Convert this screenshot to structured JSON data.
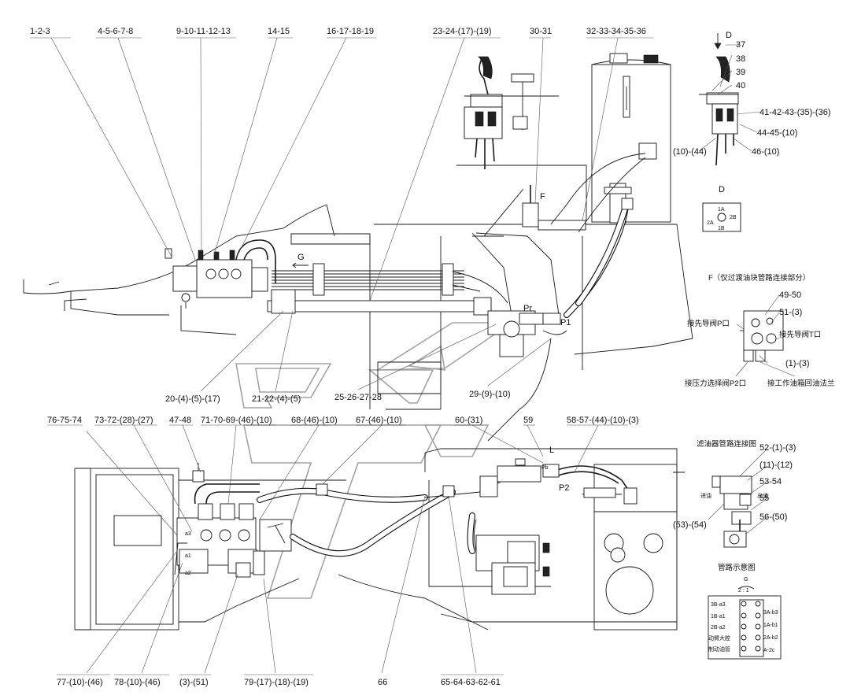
{
  "top_labels": [
    "1-2-3",
    "4-5-6-7-8",
    "9-10-11-12-13",
    "14-15",
    "16-17-18-19",
    "23-24-(17)-(19)",
    "30-31",
    "32-33-34-35-36"
  ],
  "mid_labels": [
    "20-(4)-(5)-(17)",
    "21-22-(4)-(5)",
    "25-26-27-28",
    "29-(9)-(10)"
  ],
  "lower_top_labels": [
    "76-75-74",
    "73-72-(28)-(27)",
    "47-48",
    "71-70-69-(46)-(10)",
    "68-(46)-(10)",
    "67-(46)-(10)",
    "60-(31)",
    "59",
    "58-57-(44)-(10)-(3)"
  ],
  "bottom_labels": [
    "77-(10)-(46)",
    "78-(10)-(46)",
    "(3)-(51)",
    "79-(17)-(18)-(19)",
    "66",
    "65-64-63-62-61"
  ],
  "port_labels": {
    "G": "G",
    "Pr": "Pr",
    "P1": "P1",
    "F": "F",
    "L": "L",
    "Pb": "Pb",
    "P2": "P2"
  },
  "valve_labels": [
    "a3",
    "a1",
    "a2"
  ],
  "view_d": {
    "arrow_label": "D",
    "callouts": [
      "37",
      "38",
      "39",
      "40",
      "41-42-43-(35)-(36)",
      "44-45-(10)",
      "46-(10)",
      "(10)-(44)"
    ],
    "title": "D",
    "plate_text": [
      "1A",
      "2B",
      "2A",
      "1B"
    ]
  },
  "view_f": {
    "title": "F（仅过渡油块管路连接部分）",
    "callouts": [
      "49-50",
      "51-(3)",
      "(1)-(3)"
    ],
    "left_top": "接先导阀P口",
    "right_mid": "接先导阀T口",
    "bottom_left": "接压力选择阀P2口",
    "bottom_right": "接工作油箱回油法兰"
  },
  "filter": {
    "title": "滤油器管路连接图",
    "callouts": [
      "52-(1)-(3)",
      "(11)-(12)",
      "53-54",
      "55",
      "(53)-(54)",
      "56-(50)"
    ],
    "in_label": "进油",
    "out_label": "出油"
  },
  "piping": {
    "title": "管路示意图",
    "view": "G",
    "scale": "2 : 1",
    "left_labels": [
      "3B-a3",
      "1B-a1",
      "2B-a2",
      "动臂大腔",
      "制动油管"
    ],
    "right_labels": [
      "3A-b3",
      "1A-b1",
      "2A-b2",
      "A-2c"
    ]
  }
}
